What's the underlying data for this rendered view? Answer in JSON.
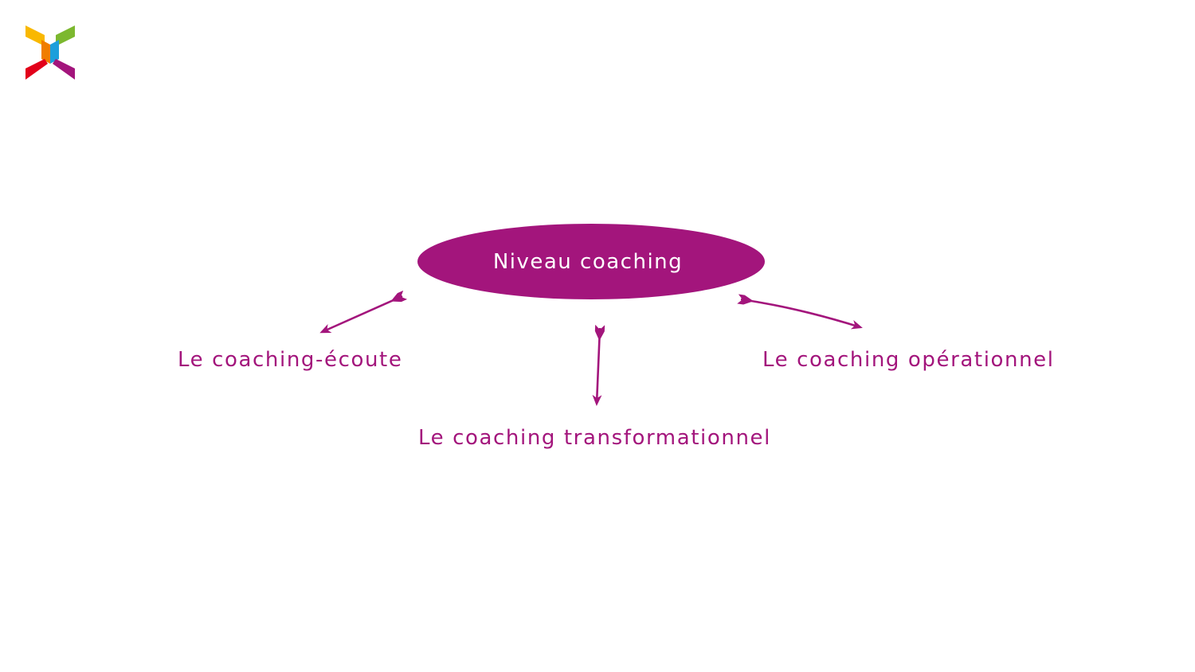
{
  "colors": {
    "primary": "#a3157c",
    "logo_yellow": "#f9b800",
    "logo_green": "#7cb82f",
    "logo_orange": "#f07d00",
    "logo_blue": "#1d9fdb",
    "logo_red": "#e2001a",
    "logo_purple": "#a3157c"
  },
  "logo": {
    "icon": "colorful-x-logo-icon"
  },
  "diagram": {
    "center": "Niveau coaching",
    "left": "Le coaching-écoute",
    "right": "Le coaching opérationnel",
    "bottom": "Le coaching transformationnel"
  }
}
